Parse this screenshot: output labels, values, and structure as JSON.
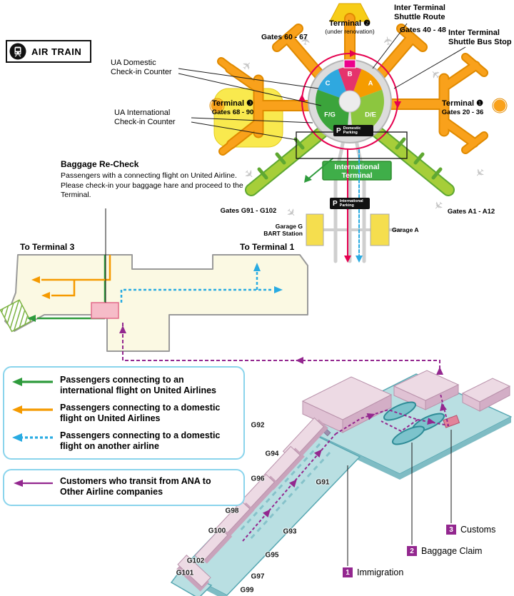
{
  "air_train": {
    "label": "AIR TRAIN"
  },
  "overview": {
    "terminal2": {
      "name": "Terminal ❷",
      "sub": "(under renovation)",
      "gates": "Gates 40 - 48"
    },
    "gates_60_67": "Gates 60 - 67",
    "terminal3": {
      "name": "Terminal ❸",
      "gates": "Gates 68 - 90"
    },
    "terminal1": {
      "name": "Terminal ❶",
      "gates": "Gates 20 - 36"
    },
    "international_terminal": "International Terminal",
    "gates_g91_g102": "Gates G91 - G102",
    "gates_a1_a12": "Gates A1 - A12",
    "garage_g": {
      "line1": "Garage G",
      "line2": "BART Station"
    },
    "garage_a": "Garage A",
    "domestic_parking": {
      "p": "P",
      "label": "Domestic Parking"
    },
    "international_parking": {
      "p": "P",
      "label": "International Parking"
    },
    "sections": {
      "c": "C",
      "b": "B",
      "a": "A",
      "fg": "F/G",
      "de": "D/E"
    }
  },
  "callouts": {
    "shuttle_route": "Inter Terminal Shuttle Route",
    "shuttle_stop": "Inter Terminal Shuttle Bus Stop",
    "ua_domestic": "UA Domestic Check-in Counter",
    "ua_international": "UA International Check-in Counter",
    "baggage_recheck": {
      "title": "Baggage Re-Check",
      "body": "Passengers with a connecting flight on United Airline. Please check-in your baggage hare and proceed to the Terminal."
    }
  },
  "corridor": {
    "to_terminal3": "To Terminal 3",
    "to_terminal1": "To Terminal 1"
  },
  "legend": {
    "items": [
      {
        "label": "Passengers connecting to an international flight on United Airlines",
        "color": "#2E9B3C",
        "style": "solid"
      },
      {
        "label": "Passengers connecting to a domestic flight on United Airlines",
        "color": "#F59A00",
        "style": "solid"
      },
      {
        "label": "Passengers connecting to a domestic flight on another airline",
        "color": "#29ABE2",
        "style": "dotted"
      }
    ],
    "transit": {
      "label": "Customers who transit from ANA to Other Airline companies",
      "color": "#93278F",
      "style": "solid"
    }
  },
  "terminal3d": {
    "gates": [
      "G92",
      "G94",
      "G96",
      "G91",
      "G98",
      "G100",
      "G93",
      "G102",
      "G95",
      "G101",
      "G97",
      "G99"
    ],
    "markers": [
      {
        "num": "1",
        "label": "Immigration"
      },
      {
        "num": "2",
        "label": "Baggage Claim"
      },
      {
        "num": "3",
        "label": "Customs"
      }
    ]
  },
  "colors": {
    "shuttle_route": "#E5004F",
    "pier_orange": "#F9A11B",
    "intl_green": "#A6CE39",
    "marker_purple": "#93278F",
    "floor_teal": "#B9DFE2",
    "building_pink": "#EDDAE4"
  }
}
